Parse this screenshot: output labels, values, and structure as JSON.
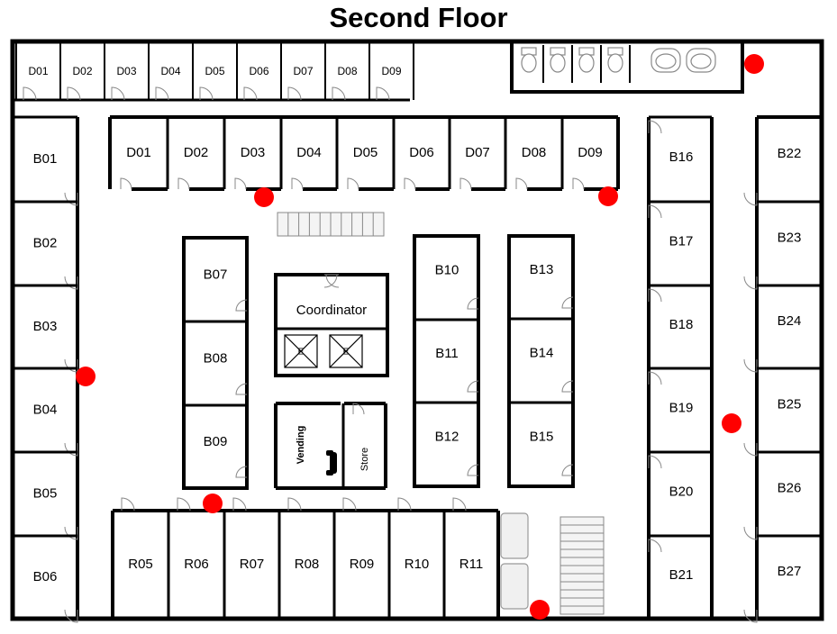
{
  "title": "Second Floor",
  "rooms": {
    "top_left_desks": [
      "D01",
      "D02",
      "D03",
      "D04",
      "D05",
      "D06",
      "D07",
      "D08",
      "D09"
    ],
    "desks": [
      "D01",
      "D02",
      "D03",
      "D04",
      "D05",
      "D06",
      "D07",
      "D08",
      "D09"
    ],
    "left_column": [
      "B01",
      "B02",
      "B03",
      "B04",
      "B05",
      "B06"
    ],
    "center_left": [
      "B07",
      "B08",
      "B09"
    ],
    "center_mid": [
      "B10",
      "B11",
      "B12"
    ],
    "center_right": [
      "B13",
      "B14",
      "B15"
    ],
    "right_inner": [
      "B16",
      "B17",
      "B18",
      "B19",
      "B20",
      "B21"
    ],
    "right_outer": [
      "B22",
      "B23",
      "B24",
      "B25",
      "B26",
      "B27"
    ],
    "bottom_row": [
      "R05",
      "R06",
      "R07",
      "R08",
      "R09",
      "R10",
      "R11"
    ],
    "coordinator": "Coordinator",
    "elevators": [
      "E",
      "E"
    ],
    "vending": "Vending",
    "store": "Store"
  },
  "colors": {
    "wall": "#000000",
    "marker": "#ff0000",
    "fixture": "#888888",
    "background": "#ffffff"
  },
  "icons": [
    "toilet-icon",
    "sink-icon",
    "stairs-icon",
    "elevator-icon",
    "phone-icon",
    "seat-icon",
    "door-swing-icon",
    "marker-icon"
  ]
}
